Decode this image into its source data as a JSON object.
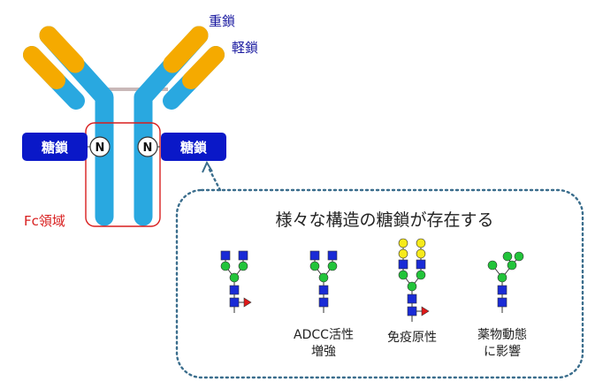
{
  "labels": {
    "heavy_chain": "重鎖",
    "light_chain": "軽鎖",
    "glycan_left": "糖鎖",
    "glycan_right": "糖鎖",
    "n_left": "N",
    "n_right": "N",
    "fc_region": "Fc領域"
  },
  "callout": {
    "heading": "様々な構造の糖鎖が存在する",
    "glycans": [
      {
        "caption_line1": "",
        "caption_line2": ""
      },
      {
        "caption_line1": "ADCC活性",
        "caption_line2": "増強"
      },
      {
        "caption_line1": "免疫原性",
        "caption_line2": ""
      },
      {
        "caption_line1": "薬物動態",
        "caption_line2": "に影響"
      }
    ]
  },
  "colors": {
    "heavy_chain": "#29a8e0",
    "light_chain": "#f5aa00",
    "glycan_box": "#0a18c8",
    "fc_outline": "#d81e1e",
    "callout_border": "#3a6d8c",
    "glcnac": "#1a2bd6",
    "mannose": "#22c43a",
    "galactose": "#f7ea1a",
    "fucose": "#e01818"
  }
}
